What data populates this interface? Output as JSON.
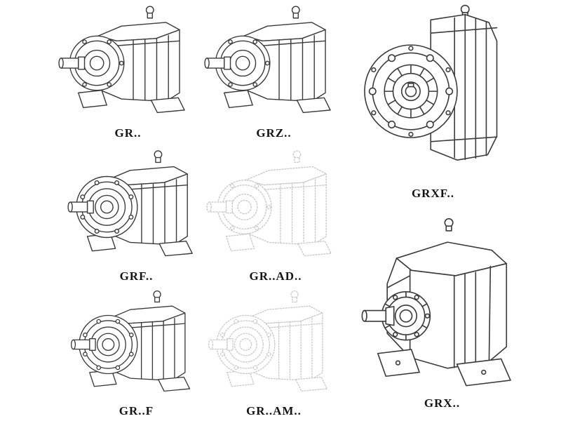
{
  "page": {
    "background_color": "#ffffff",
    "line_color": "#3b3b3b",
    "ghost_line_color": "#c9c9c9",
    "label_color": "#141414"
  },
  "figures": [
    {
      "id": "gr",
      "label": "GR..",
      "drawing": "helical-gearbox-foot-mounted-isometric",
      "ghost": false
    },
    {
      "id": "grz",
      "label": "GRZ..",
      "drawing": "helical-gearbox-foot-mounted-isometric",
      "ghost": false
    },
    {
      "id": "grxf",
      "label": "GRXF..",
      "drawing": "helical-gearbox-flange-front-view",
      "ghost": false
    },
    {
      "id": "grf",
      "label": "GRF..",
      "drawing": "helical-gearbox-flange-isometric",
      "ghost": false
    },
    {
      "id": "gr-ad",
      "label": "GR..AD..",
      "drawing": "helical-gearbox-input-adapter-ghost",
      "ghost": true
    },
    {
      "id": "grx",
      "label": "GRX..",
      "drawing": "helical-gearbox-large-isometric",
      "ghost": false
    },
    {
      "id": "gr-f",
      "label": "GR..F",
      "drawing": "helical-gearbox-flange-isometric",
      "ghost": false
    },
    {
      "id": "gr-am",
      "label": "GR..AM..",
      "drawing": "helical-gearbox-motor-adapter-ghost",
      "ghost": true
    }
  ]
}
